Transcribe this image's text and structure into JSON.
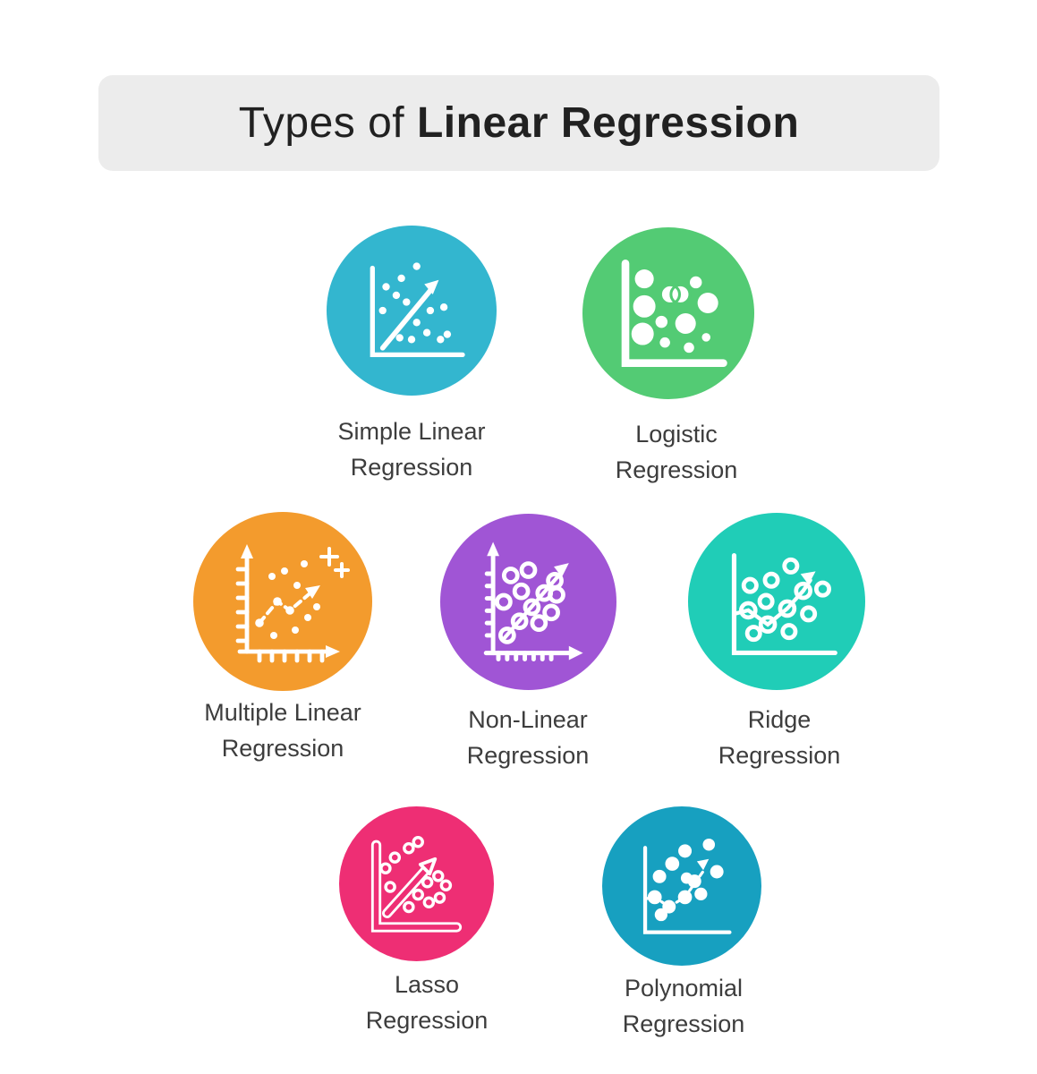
{
  "header": {
    "title_light": "Types of ",
    "title_bold": "Linear Regression",
    "bg_color": "#ececec",
    "text_color": "#212121"
  },
  "colors": {
    "page_bg": "#ffffff",
    "label_text": "#3d3d3d",
    "icon_glyph": "#ffffff"
  },
  "items": [
    {
      "id": "simple-linear",
      "label_line1": "Simple Linear",
      "label_line2": "Regression",
      "color": "#33b6cf",
      "icon": "scatter-plot-trend-arrow-icon"
    },
    {
      "id": "logistic",
      "label_line1": "Logistic",
      "label_line2": "Regression",
      "color": "#53cb74",
      "icon": "bubble-scatter-axes-icon"
    },
    {
      "id": "multiple-linear",
      "label_line1": "Multiple Linear",
      "label_line2": "Regression",
      "color": "#f39b2d",
      "icon": "zigzag-trend-chart-sparkles-icon"
    },
    {
      "id": "non-linear",
      "label_line1": "Non-Linear",
      "label_line2": "Regression",
      "color": "#a055d5",
      "icon": "diagonal-dotted-chain-chart-icon"
    },
    {
      "id": "ridge",
      "label_line1": "Ridge",
      "label_line2": "Regression",
      "color": "#20cdb7",
      "icon": "connected-points-trend-chart-icon"
    },
    {
      "id": "lasso",
      "label_line1": "Lasso",
      "label_line2": "Regression",
      "color": "#ee2e74",
      "icon": "outline-scatter-trend-arrow-icon"
    },
    {
      "id": "polynomial",
      "label_line1": "Polynomial",
      "label_line2": "Regression",
      "color": "#17a0c0",
      "icon": "dashed-curve-dots-chart-icon"
    }
  ]
}
